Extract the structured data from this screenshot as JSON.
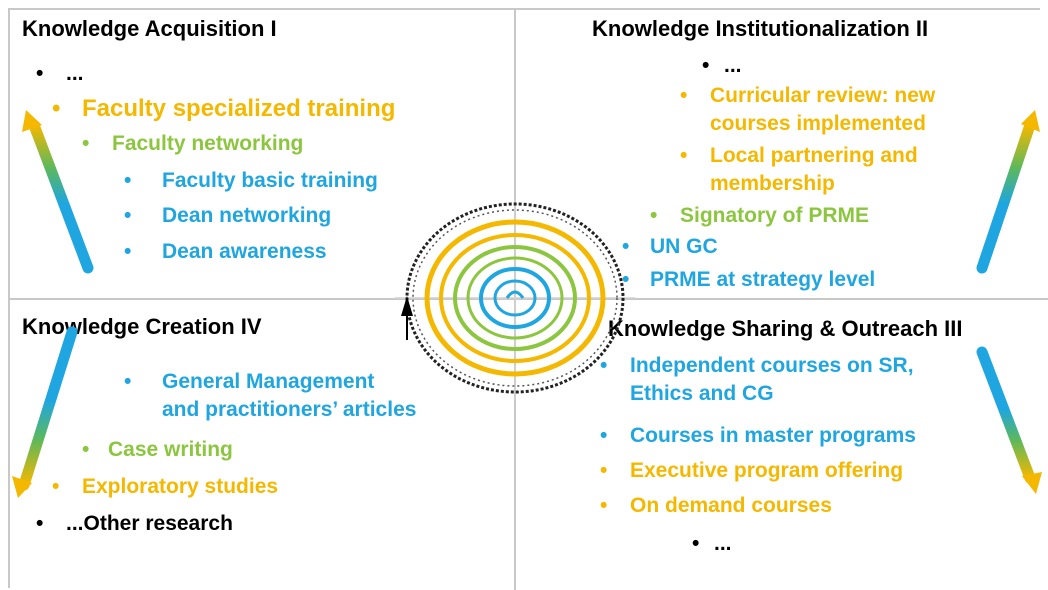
{
  "quadrants": {
    "q1": {
      "title": "Knowledge Acquisition I",
      "items": [
        {
          "bullet": "•",
          "text": "...",
          "color": "#000000"
        },
        {
          "bullet": "•",
          "text": "Faculty specialized training",
          "color": "#f5b800"
        },
        {
          "bullet": "•",
          "text": "Faculty networking",
          "color": "#8cc63f"
        },
        {
          "bullet": "•",
          "text": "Faculty basic training",
          "color": "#1fa6e0"
        },
        {
          "bullet": "•",
          "text": "Dean networking",
          "color": "#1fa6e0"
        },
        {
          "bullet": "•",
          "text": "Dean awareness",
          "color": "#1fa6e0"
        }
      ]
    },
    "q2": {
      "title": "Knowledge Institutionalization II",
      "items": [
        {
          "bullet": "•",
          "text": "...",
          "color": "#000000"
        },
        {
          "bullet": "•",
          "line1": "Curricular review: new",
          "line2": "courses implemented",
          "color": "#f5b800"
        },
        {
          "bullet": "•",
          "line1": "Local partnering  and",
          "line2": "membership",
          "color": "#f5b800"
        },
        {
          "bullet": "•",
          "text": "Signatory of PRME",
          "color": "#8cc63f"
        },
        {
          "bullet": "•",
          "text": "UN GC",
          "color": "#1fa6e0"
        },
        {
          "bullet": "•",
          "text": "PRME at strategy level",
          "color": "#1fa6e0"
        }
      ]
    },
    "q3": {
      "title": "Knowledge Sharing & Outreach III",
      "items": [
        {
          "bullet": "•",
          "line1": "Independent courses on SR,",
          "line2": "Ethics and CG",
          "color": "#1fa6e0"
        },
        {
          "bullet": "•",
          "text": "Courses in master programs",
          "color": "#1fa6e0"
        },
        {
          "bullet": "•",
          "text": "Executive program  offering",
          "color": "#f5b800"
        },
        {
          "bullet": "•",
          "text": "On demand courses",
          "color": "#f5b800"
        },
        {
          "bullet": "•",
          "text": "...",
          "color": "#000000"
        }
      ]
    },
    "q4": {
      "title": "Knowledge Creation IV",
      "items": [
        {
          "bullet": "•",
          "line1": "General Management",
          "line2": "and practitioners’ articles",
          "color": "#1fa6e0"
        },
        {
          "bullet": "•",
          "text": "Case writing",
          "color": "#8cc63f"
        },
        {
          "bullet": "•",
          "text": "Exploratory studies",
          "color": "#f5b800"
        },
        {
          "bullet": "•",
          "text": "...Other research",
          "color": "#000000"
        }
      ]
    }
  },
  "colors": {
    "black": "#000000",
    "yellow": "#f5b800",
    "green": "#8cc63f",
    "blue": "#1fa6e0",
    "divider": "#c8c8c8"
  },
  "icons": {
    "center": "spiral-cycle-icon",
    "arrows": [
      "gradient-arrow-up-left",
      "gradient-arrow-up-right",
      "gradient-arrow-down-left",
      "gradient-arrow-down-right"
    ]
  }
}
